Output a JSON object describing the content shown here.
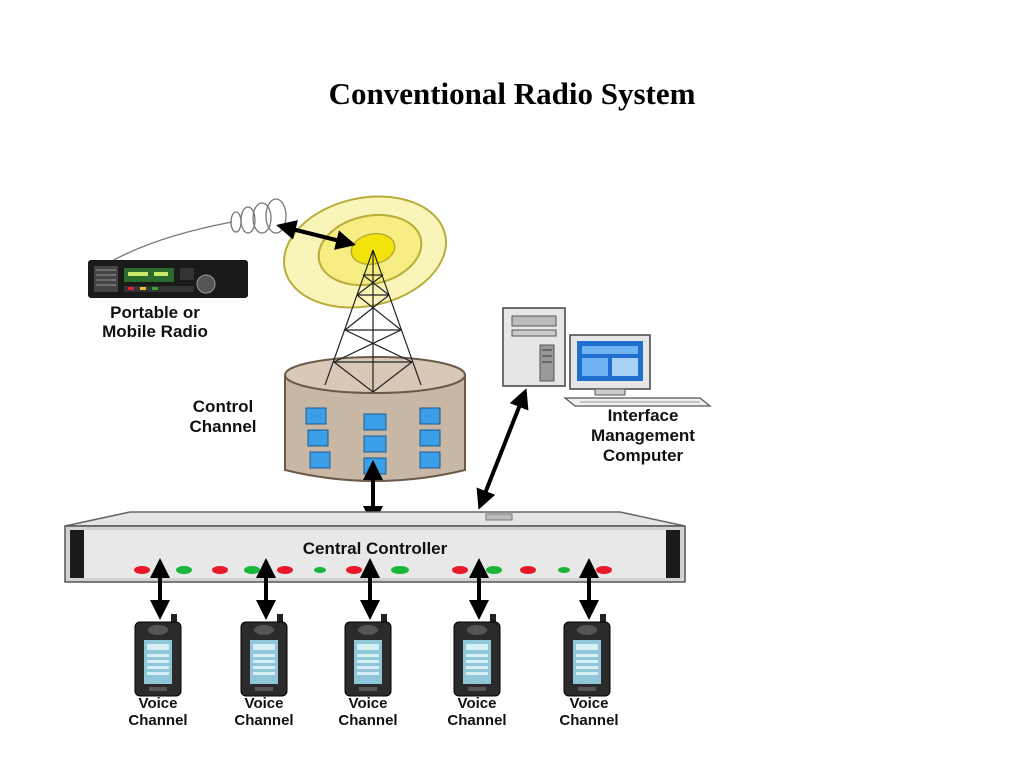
{
  "title": "Conventional Radio System",
  "labels": {
    "radio": [
      "Portable or",
      "Mobile Radio"
    ],
    "control_channel": [
      "Control",
      "Channel"
    ],
    "interface_computer": [
      "Interface",
      "Management",
      "Computer"
    ],
    "central_controller": "Central Controller",
    "voice_channel": [
      "Voice",
      "Channel"
    ]
  },
  "colors": {
    "signal_yellow": "#f7f09a",
    "signal_core": "#f2e40a",
    "building": "#c9b7a6",
    "window": "#3a9ee8",
    "led_red": "#e8192a",
    "led_green": "#19b53a"
  }
}
